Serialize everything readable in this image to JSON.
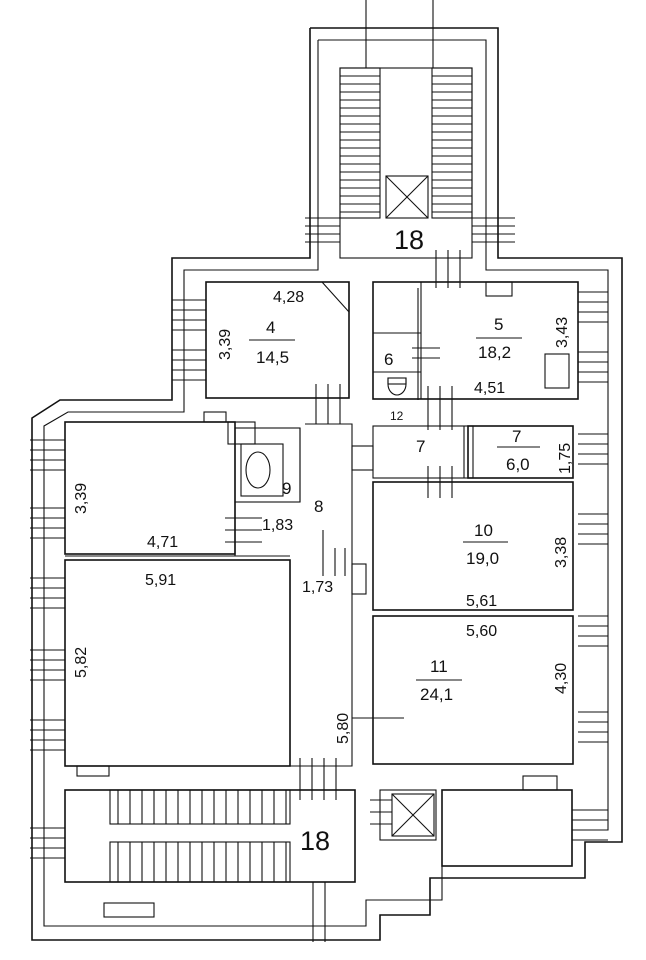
{
  "plan": {
    "stair_top_label": "18",
    "stair_bottom_label": "18",
    "rooms": {
      "r4": {
        "number": "4",
        "area": "14,5",
        "dim_top": "4,28",
        "dim_side": "3,39"
      },
      "r5": {
        "number": "5",
        "area": "18,2",
        "dim_side": "3,43",
        "dim_bottom": "4,51"
      },
      "r6": {
        "number": "6"
      },
      "r12": {
        "number": "12"
      },
      "r7_corridor": {
        "number": "7"
      },
      "r7_small": {
        "number": "7",
        "area": "6,0",
        "dim_side": "1,75"
      },
      "r8": {
        "number": "8",
        "dim_a": "1,83",
        "dim_b": "1,73",
        "dim_c": "5,80"
      },
      "r9": {
        "number": "9"
      },
      "r10": {
        "number": "10",
        "area": "19,0",
        "dim_side": "3,38",
        "dim_bottom": "5,61"
      },
      "r11": {
        "number": "11",
        "area": "24,1",
        "dim_side": "4,30",
        "dim_top": "5,60"
      },
      "left_upper": {
        "dim_side": "3,39",
        "dim_bottom": "4,71"
      },
      "left_lower": {
        "dim_top": "5,91",
        "dim_side": "5,82"
      }
    }
  }
}
